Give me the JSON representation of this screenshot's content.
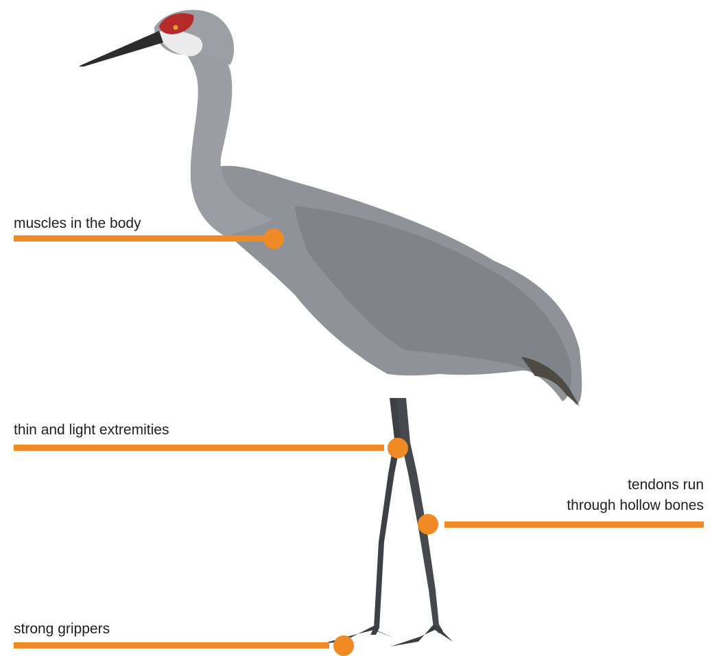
{
  "colors": {
    "accent": "#f08a24",
    "background": "#ffffff",
    "label_text": "#1e1e1e",
    "plumage": "#8f9296",
    "plumage_dark": "#6d7075",
    "legs": "#3d4045",
    "crown": "#b52a2a",
    "cheek": "#ececec",
    "bill": "#2c2c2c"
  },
  "subject": {
    "icon": "sandhill-crane-icon"
  },
  "callouts": [
    {
      "id": "body",
      "label": "muscles in the body"
    },
    {
      "id": "extremities",
      "label": "thin and light extremities"
    },
    {
      "id": "tendons",
      "label_lines": [
        "tendons run",
        "through hollow bones"
      ]
    },
    {
      "id": "grippers",
      "label": "strong grippers"
    }
  ]
}
